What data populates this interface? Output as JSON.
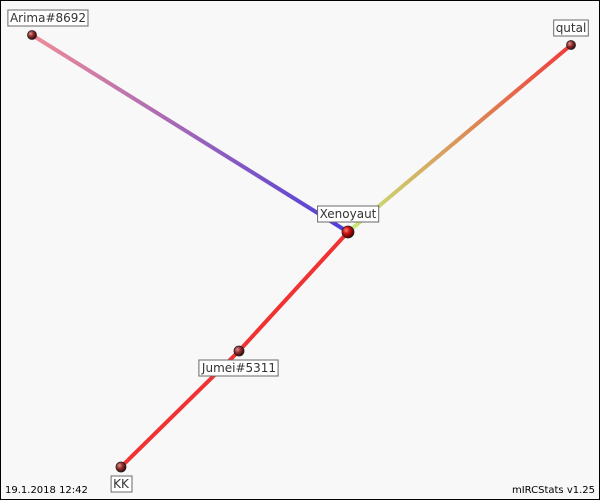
{
  "graph": {
    "nodes": [
      {
        "id": "xenoyaut",
        "label": "Xenoyaut"
      },
      {
        "id": "arima",
        "label": "Arima#8692"
      },
      {
        "id": "qutal",
        "label": "qutal"
      },
      {
        "id": "jumei",
        "label": "Jumei#5311"
      },
      {
        "id": "kk",
        "label": "KK"
      }
    ],
    "edges": [
      {
        "from": "xenoyaut",
        "to": "arima",
        "colors": [
          "#4b3ddb",
          "#f08c98"
        ]
      },
      {
        "from": "xenoyaut",
        "to": "qutal",
        "colors": [
          "#c6ec79",
          "#f03a3a"
        ]
      },
      {
        "from": "xenoyaut",
        "to": "jumei",
        "colors": [
          "#f03232",
          "#f03232"
        ]
      },
      {
        "from": "jumei",
        "to": "kk",
        "colors": [
          "#f03232",
          "#f03232"
        ]
      }
    ]
  },
  "footer": {
    "timestamp": "19.1.2018 12:42",
    "generator": "mIRCStats v1.25"
  }
}
